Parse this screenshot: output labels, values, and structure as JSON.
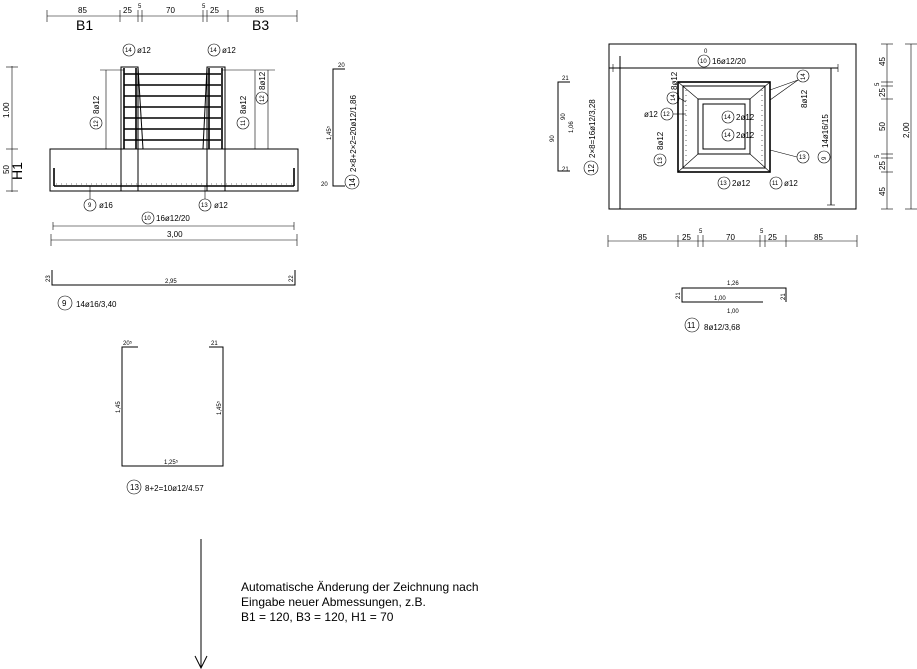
{
  "section": {
    "top_dims": [
      "85",
      "25",
      "5",
      "70",
      "5",
      "25",
      "85"
    ],
    "b1": "B1",
    "b3": "B3",
    "h_dims": [
      "1.00",
      "50"
    ],
    "h1": "H1",
    "label_14_left": "14",
    "label_14_right": "14",
    "dia_12": "ø12",
    "label_12": "12",
    "label_11": "11",
    "dia_8_12": "8ø12",
    "label_9": "9",
    "dia_16": "ø16",
    "label_13": "13",
    "label_10": "10",
    "bar_10_text": "16ø12/20",
    "overall": "3,00"
  },
  "bar9": {
    "left": "23",
    "mid": "2,95",
    "right": "22",
    "num": "9",
    "text": "14ø16/3,40"
  },
  "bar14": {
    "top": "20",
    "height": "1,45⁵",
    "bottom": "20",
    "num": "14",
    "text": "2×8+2×2=20ø12/1,86"
  },
  "bar13": {
    "tl": "20⁵",
    "tr": "21",
    "lh": "1,45",
    "rh": "1,45⁵",
    "bottom": "1,25⁵",
    "num": "13",
    "text": "8+2=10ø12/4.57"
  },
  "plan": {
    "bar10_num": "10",
    "bar10_text": "16ø12/20",
    "bar10_small": "0",
    "l14a": "14",
    "l14a_t": "8ø12",
    "l14b": "14",
    "l14b_t": "8ø12",
    "l12": "12",
    "l12_t": "ø12",
    "l14c": "14",
    "l14c_t": "2ø12",
    "l14d": "14",
    "l14d_t": "2ø12",
    "l13a": "13",
    "l13a_t": "8ø12",
    "l13b": "13",
    "l13c": "13",
    "l13c_t": "2ø12",
    "l11": "11",
    "l11_t": "ø12",
    "l9": "9",
    "l9_t": "14ø16/15",
    "right_dims": [
      "45",
      "5",
      "25",
      "50",
      "5",
      "25",
      "45"
    ],
    "total": "2,00",
    "bottom_dims": [
      "85",
      "25",
      "5",
      "70",
      "5",
      "25",
      "85"
    ]
  },
  "bar12": {
    "top": "21",
    "a": "90",
    "b": "90",
    "c": "1,06",
    "bottom": "21",
    "num": "12",
    "text": "2×8=16ø12/3,28"
  },
  "bar11": {
    "top": "1,26",
    "left": "21",
    "mid": "1,00",
    "bottom": "1,00",
    "right": "21",
    "num": "11",
    "text": "8ø12/3,68"
  },
  "note": {
    "line1": "Automatische Änderung der Zeichnung nach",
    "line2": "Eingabe neuer Abmessungen, z.B.",
    "line3": "B1 = 120, B3 = 120, H1 = 70"
  }
}
